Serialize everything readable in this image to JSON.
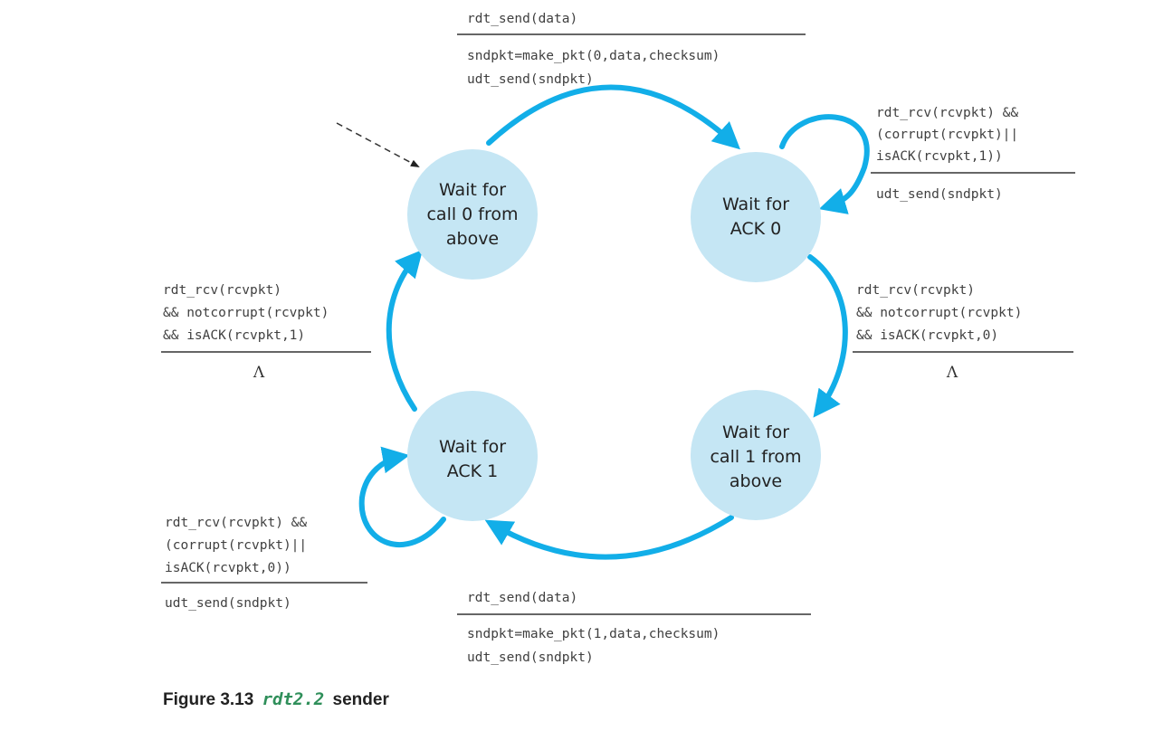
{
  "states": {
    "s0": [
      "Wait for",
      "call 0 from",
      "above"
    ],
    "s1": [
      "Wait for",
      "ACK 0"
    ],
    "s2": [
      "Wait for",
      "call 1 from",
      "above"
    ],
    "s3": [
      "Wait for",
      "ACK 1"
    ]
  },
  "transitions": {
    "top": {
      "event": [
        "rdt_send(data)"
      ],
      "action": [
        "sndpkt=make_pkt(0,data,checksum)",
        "udt_send(sndpkt)"
      ]
    },
    "ack0_self": {
      "event": [
        "rdt_rcv(rcvpkt) &&",
        "(corrupt(rcvpkt)||",
        "isACK(rcvpkt,1))"
      ],
      "action": [
        "udt_send(sndpkt)"
      ]
    },
    "right": {
      "event": [
        "rdt_rcv(rcvpkt)",
        "&& notcorrupt(rcvpkt)",
        "&& isACK(rcvpkt,0)"
      ],
      "action": [
        "Λ"
      ]
    },
    "left": {
      "event": [
        "rdt_rcv(rcvpkt)",
        "&& notcorrupt(rcvpkt)",
        "&& isACK(rcvpkt,1)"
      ],
      "action": [
        "Λ"
      ]
    },
    "ack1_self": {
      "event": [
        "rdt_rcv(rcvpkt) &&",
        "(corrupt(rcvpkt)||",
        "isACK(rcvpkt,0))"
      ],
      "action": [
        "udt_send(sndpkt)"
      ]
    },
    "bottom": {
      "event": [
        "rdt_send(data)"
      ],
      "action": [
        "sndpkt=make_pkt(1,data,checksum)",
        "udt_send(sndpkt)"
      ]
    }
  },
  "caption": {
    "label": "Figure 3.13",
    "code": "rdt2.2",
    "text": "sender"
  },
  "colors": {
    "arrow": "#12aee8",
    "state_fill": "#c5e6f4"
  }
}
